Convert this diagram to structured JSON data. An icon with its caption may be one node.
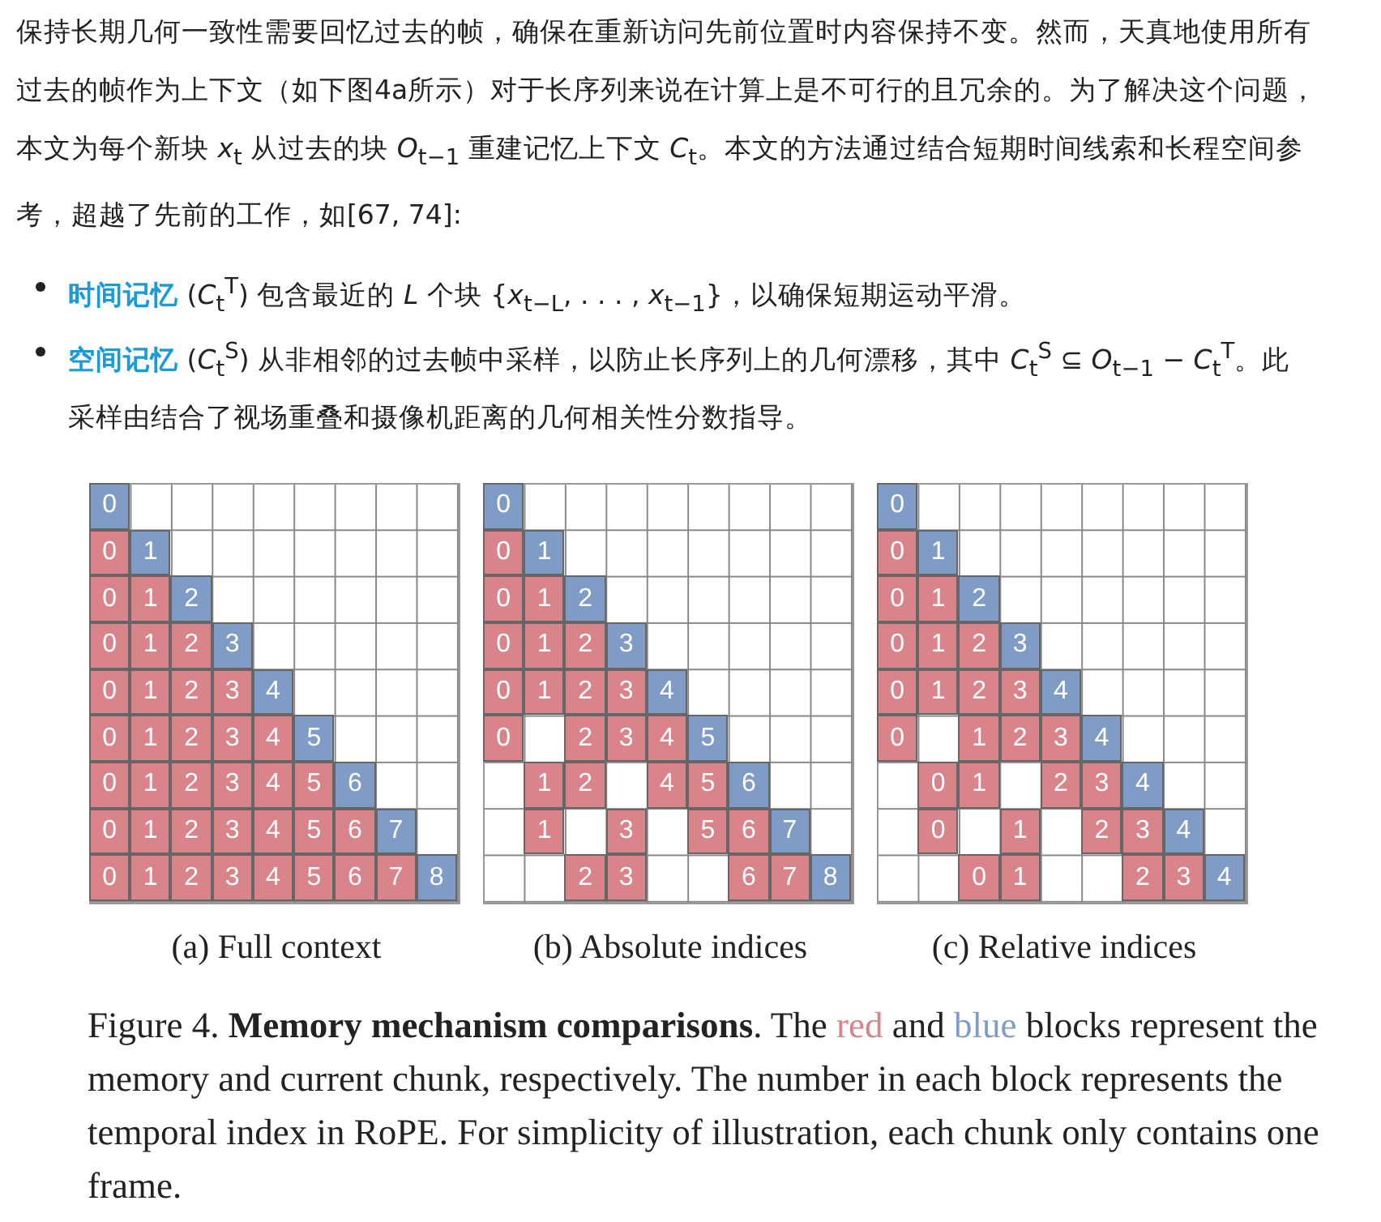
{
  "diagram": {
    "nodes": [
      {
        "text": [
          "(a) Full context"
        ]
      },
      {
        "text": [
          "0"
        ],
        "in": 0
      },
      {
        "text": [
          "0"
        ],
        "in": 0
      },
      {
        "text": [
          "1"
        ],
        "in": 0
      },
      {
        "text": [
          "0"
        ],
        "in": 0
      },
      {
        "text": [
          "1"
        ],
        "in": 0
      },
      {
        "text": [
          "2"
        ],
        "in": 0
      },
      {
        "text": [
          "0"
        ],
        "in": 0
      },
      {
        "text": [
          "1"
        ],
        "in": 0
      },
      {
        "text": [
          "2"
        ],
        "in": 0
      },
      {
        "text": [
          "3"
        ],
        "in": 0
      },
      {
        "text": [
          "0"
        ],
        "in": 0
      },
      {
        "text": [
          "1"
        ],
        "in": 0
      },
      {
        "text": [
          "2"
        ],
        "in": 0
      },
      {
        "text": [
          "3"
        ],
        "in": 0
      },
      {
        "text": [
          "4"
        ],
        "in": 0
      },
      {
        "text": [
          "0"
        ],
        "in": 0
      },
      {
        "text": [
          "1"
        ],
        "in": 0
      },
      {
        "text": [
          "2"
        ],
        "in": 0
      },
      {
        "text": [
          "3"
        ],
        "in": 0
      },
      {
        "text": [
          "4"
        ],
        "in": 0
      },
      {
        "text": [
          "5"
        ],
        "in": 0
      },
      {
        "text": [
          "0"
        ],
        "in": 0
      },
      {
        "text": [
          "1"
        ],
        "in": 0
      },
      {
        "text": [
          "2"
        ],
        "in": 0
      },
      {
        "text": [
          "3"
        ],
        "in": 0
      },
      {
        "text": [
          "4"
        ],
        "in": 0
      },
      {
        "text": [
          "5"
        ],
        "in": 0
      },
      {
        "text": [
          "6"
        ],
        "in": 0
      },
      {
        "text": [
          "0"
        ],
        "in": 0
      },
      {
        "text": [
          "1"
        ],
        "in": 0
      },
      {
        "text": [
          "2"
        ],
        "in": 0
      },
      {
        "text": [
          "3"
        ],
        "in": 0
      },
      {
        "text": [
          "4"
        ],
        "in": 0
      },
      {
        "text": [
          "5"
        ],
        "in": 0
      },
      {
        "text": [
          "6"
        ],
        "in": 0
      },
      {
        "text": [
          "7"
        ],
        "in": 0
      },
      {
        "text": [
          "0"
        ],
        "in": 0
      },
      {
        "text": [
          "1"
        ],
        "in": 0
      },
      {
        "text": [
          "2"
        ],
        "in": 0
      },
      {
        "text": [
          "3"
        ],
        "in": 0
      },
      {
        "text": [
          "4"
        ],
        "in": 0
      },
      {
        "text": [
          "5"
        ],
        "in": 0
      },
      {
        "text": [
          "6"
        ],
        "in": 0
      },
      {
        "text": [
          "7"
        ],
        "in": 0
      },
      {
        "text": [
          "8"
        ],
        "in": 0
      },
      {
        "text": [
          "(b) Absolute indices"
        ]
      },
      {
        "text": [
          "0"
        ],
        "in": 46
      },
      {
        "text": [
          "0"
        ],
        "in": 46
      },
      {
        "text": [
          "1"
        ],
        "in": 46
      },
      {
        "text": [
          "0"
        ],
        "in": 46
      },
      {
        "text": [
          "1"
        ],
        "in": 46
      },
      {
        "text": [
          "2"
        ],
        "in": 46
      },
      {
        "text": [
          "0"
        ],
        "in": 46
      },
      {
        "text": [
          "1"
        ],
        "in": 46
      },
      {
        "text": [
          "2"
        ],
        "in": 46
      },
      {
        "text": [
          "3"
        ],
        "in": 46
      },
      {
        "text": [
          "0"
        ],
        "in": 46
      },
      {
        "text": [
          "1"
        ],
        "in": 46
      },
      {
        "text": [
          "2"
        ],
        "in": 46
      },
      {
        "text": [
          "3"
        ],
        "in": 46
      },
      {
        "text": [
          "4"
        ],
        "in": 46
      },
      {
        "text": [
          "0"
        ],
        "in": 46
      },
      {
        "text": [
          "2"
        ],
        "in": 46
      },
      {
        "text": [
          "3"
        ],
        "in": 46
      },
      {
        "text": [
          "4"
        ],
        "in": 46
      },
      {
        "text": [
          "5"
        ],
        "in": 46
      },
      {
        "text": [
          "1"
        ],
        "in": 46
      },
      {
        "text": [
          "2"
        ],
        "in": 46
      },
      {
        "text": [
          "4"
        ],
        "in": 46
      },
      {
        "text": [
          "5"
        ],
        "in": 46
      },
      {
        "text": [
          "6"
        ],
        "in": 46
      },
      {
        "text": [
          "1"
        ],
        "in": 46
      },
      {
        "text": [
          "3"
        ],
        "in": 46
      },
      {
        "text": [
          "5"
        ],
        "in": 46
      },
      {
        "text": [
          "6"
        ],
        "in": 46
      },
      {
        "text": [
          "7"
        ],
        "in": 46
      },
      {
        "text": [
          "2"
        ],
        "in": 46
      },
      {
        "text": [
          "3"
        ],
        "in": 46
      },
      {
        "text": [
          "6"
        ],
        "in": 46
      },
      {
        "text": [
          "7"
        ],
        "in": 46
      },
      {
        "text": [
          "8"
        ],
        "in": 46
      },
      {
        "text": [
          "(c) Relative indices"
        ]
      },
      {
        "text": [
          "0"
        ],
        "in": 82
      },
      {
        "text": [
          "0"
        ],
        "in": 82
      },
      {
        "text": [
          "1"
        ],
        "in": 82
      },
      {
        "text": [
          "0"
        ],
        "in": 82
      },
      {
        "text": [
          "1"
        ],
        "in": 82
      },
      {
        "text": [
          "2"
        ],
        "in": 82
      },
      {
        "text": [
          "0"
        ],
        "in": 82
      },
      {
        "text": [
          "1"
        ],
        "in": 82
      },
      {
        "text": [
          "2"
        ],
        "in": 82
      },
      {
        "text": [
          "3"
        ],
        "in": 82
      },
      {
        "text": [
          "0"
        ],
        "in": 82
      },
      {
        "text": [
          "1"
        ],
        "in": 82
      },
      {
        "text": [
          "2"
        ],
        "in": 82
      },
      {
        "text": [
          "3"
        ],
        "in": 82
      },
      {
        "text": [
          "4"
        ],
        "in": 82
      },
      {
        "text": [
          "0"
        ],
        "in": 82
      },
      {
        "text": [
          "1"
        ],
        "in": 82
      },
      {
        "text": [
          "2"
        ],
        "in": 82
      },
      {
        "text": [
          "3"
        ],
        "in": 82
      },
      {
        "text": [
          "4"
        ],
        "in": 82
      },
      {
        "text": [
          "0"
        ],
        "in": 82
      },
      {
        "text": [
          "1"
        ],
        "in": 82
      },
      {
        "text": [
          "2"
        ],
        "in": 82
      },
      {
        "text": [
          "3"
        ],
        "in": 82
      },
      {
        "text": [
          "4"
        ],
        "in": 82
      },
      {
        "text": [
          "0"
        ],
        "in": 82
      },
      {
        "text": [
          "1"
        ],
        "in": 82
      },
      {
        "text": [
          "2"
        ],
        "in": 82
      },
      {
        "text": [
          "3"
        ],
        "in": 82
      },
      {
        "text": [
          "4"
        ],
        "in": 82
      },
      {
        "text": [
          "0"
        ],
        "in": 82
      },
      {
        "text": [
          "1"
        ],
        "in": 82
      },
      {
        "text": [
          "2"
        ],
        "in": 82
      },
      {
        "text": [
          "3"
        ],
        "in": 82
      },
      {
        "text": [
          "4"
        ],
        "in": 82
      }
    ],
    "labels": [
      "保持长期几何一致性需要回忆过去的帧，确保在重新访问先前位置时内容保持不变。然而，天真地使用所有过去的帧作为上下文（如下图4a所示）对于长序列来说在计算上是不可行的且冗余的。为了解决这个问题，本文为每个新块 *x*$_{t}$ 从过去的块 *O*$_{t−1}$ 重建记忆上下文 *C*$_{t}$。本文的方法通过结合短期时间线索和长程空间参考，超越了先前的工作，如[67, 74]:",
      "**时间记忆** (*C*$_{t}$$^{T}$) 包含最近的 *L* 个块 {*x*$_{t−L}$, . . . , *x*$_{t−1}$}，以确保短期运动平滑。",
      "**空间记忆** (*C*$_{t}$$^{S}$) 从非相邻的过去帧中采样，以防止长序列上的几何漂移，其中 *C*$_{t}$$^{S}$ ⊆ *O*$_{t−1}$ − *C*$_{t}$$^{T}$。此采样由结合了视场重叠和摄像机距离的几何相关性分数指导。",
      "Figure 4. **Memory mechanism comparisons**. The",
      "and",
      "blocks represent the memory and current chunk, respectively. The number in each block represents the temporal index in RoPE. For simplicity of illustration, each chunk only contains one frame."
    ],
    "legend": [
      {
        "text": "red",
        "color": "#d9838a"
      },
      {
        "text": "blue",
        "color": "#7f9cc6"
      }
    ]
  }
}
